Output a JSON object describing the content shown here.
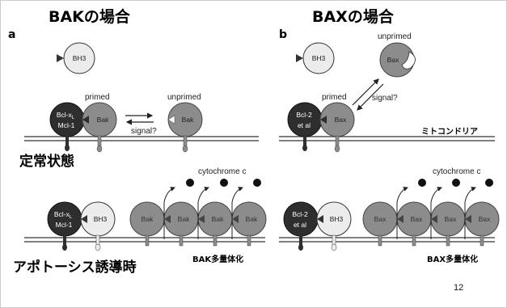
{
  "left_panel": {
    "title": "BAKの場合",
    "letter": "a",
    "bh3_label": "BH3",
    "primed_label": "primed",
    "unprimed_label": "unprimed",
    "signal_label": "signal?",
    "bcl_label_1": "Bcl-x",
    "bcl_label_1_sub": "L",
    "bcl_label_2": "Mcl-1",
    "bak_label": "Bak",
    "steady_state_label": "定常状態",
    "cytochrome_label": "cytochrome c",
    "apoptosis_label": "アポトーシス誘導時",
    "oligomer_label": "BAK多量体化"
  },
  "right_panel": {
    "title": "BAXの場合",
    "letter": "b",
    "bh3_label": "BH3",
    "primed_label": "primed",
    "unprimed_label": "unprimed",
    "signal_label": "signal?",
    "bcl_label_1": "Bcl-2",
    "bcl_label_2": "et al",
    "bax_label": "Bax",
    "mito_label": "ミトコンドリア",
    "cytochrome_label": "cytochrome c",
    "oligomer_label": "BAX多量体化"
  },
  "page_number": "12",
  "colors": {
    "protein_gray": "#8c8c8c",
    "bcl_dark": "#2e2e2e",
    "bh3_light": "#ececec",
    "membrane": "#555555",
    "cytochrome": "#111111"
  }
}
